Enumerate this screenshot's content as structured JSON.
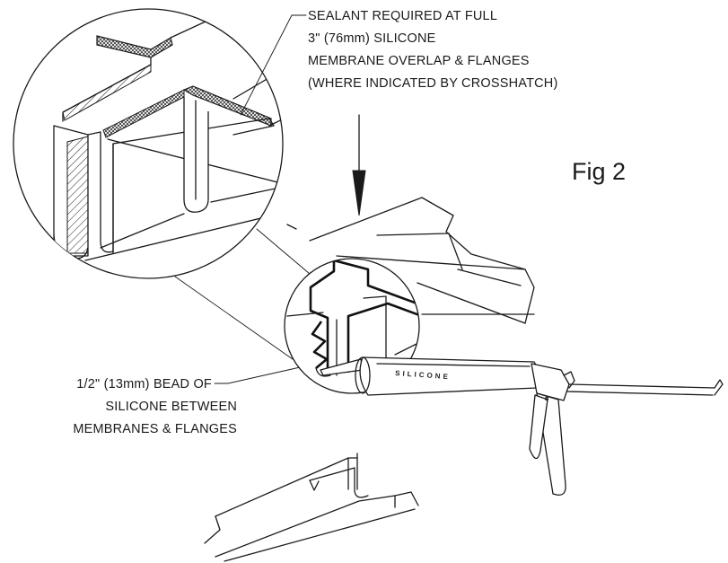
{
  "figure": {
    "label": "Fig 2"
  },
  "callouts": {
    "sealant": {
      "lines": [
        "SEALANT REQUIRED AT FULL",
        "3\" (76mm) SILICONE",
        "MEMBRANE OVERLAP & FLANGES",
        "(WHERE INDICATED BY CROSSHATCH)"
      ]
    },
    "bead": {
      "lines": [
        "1/2\" (13mm) BEAD OF",
        "SILICONE BETWEEN",
        "MEMBRANES & FLANGES"
      ]
    }
  },
  "caulk_gun": {
    "tube_label": "SILICONE"
  },
  "icons": {
    "arrow": "arrow-down-icon",
    "gun": "caulk-gun-icon"
  },
  "colors": {
    "ink": "#1a1a1a",
    "paper": "#ffffff"
  }
}
